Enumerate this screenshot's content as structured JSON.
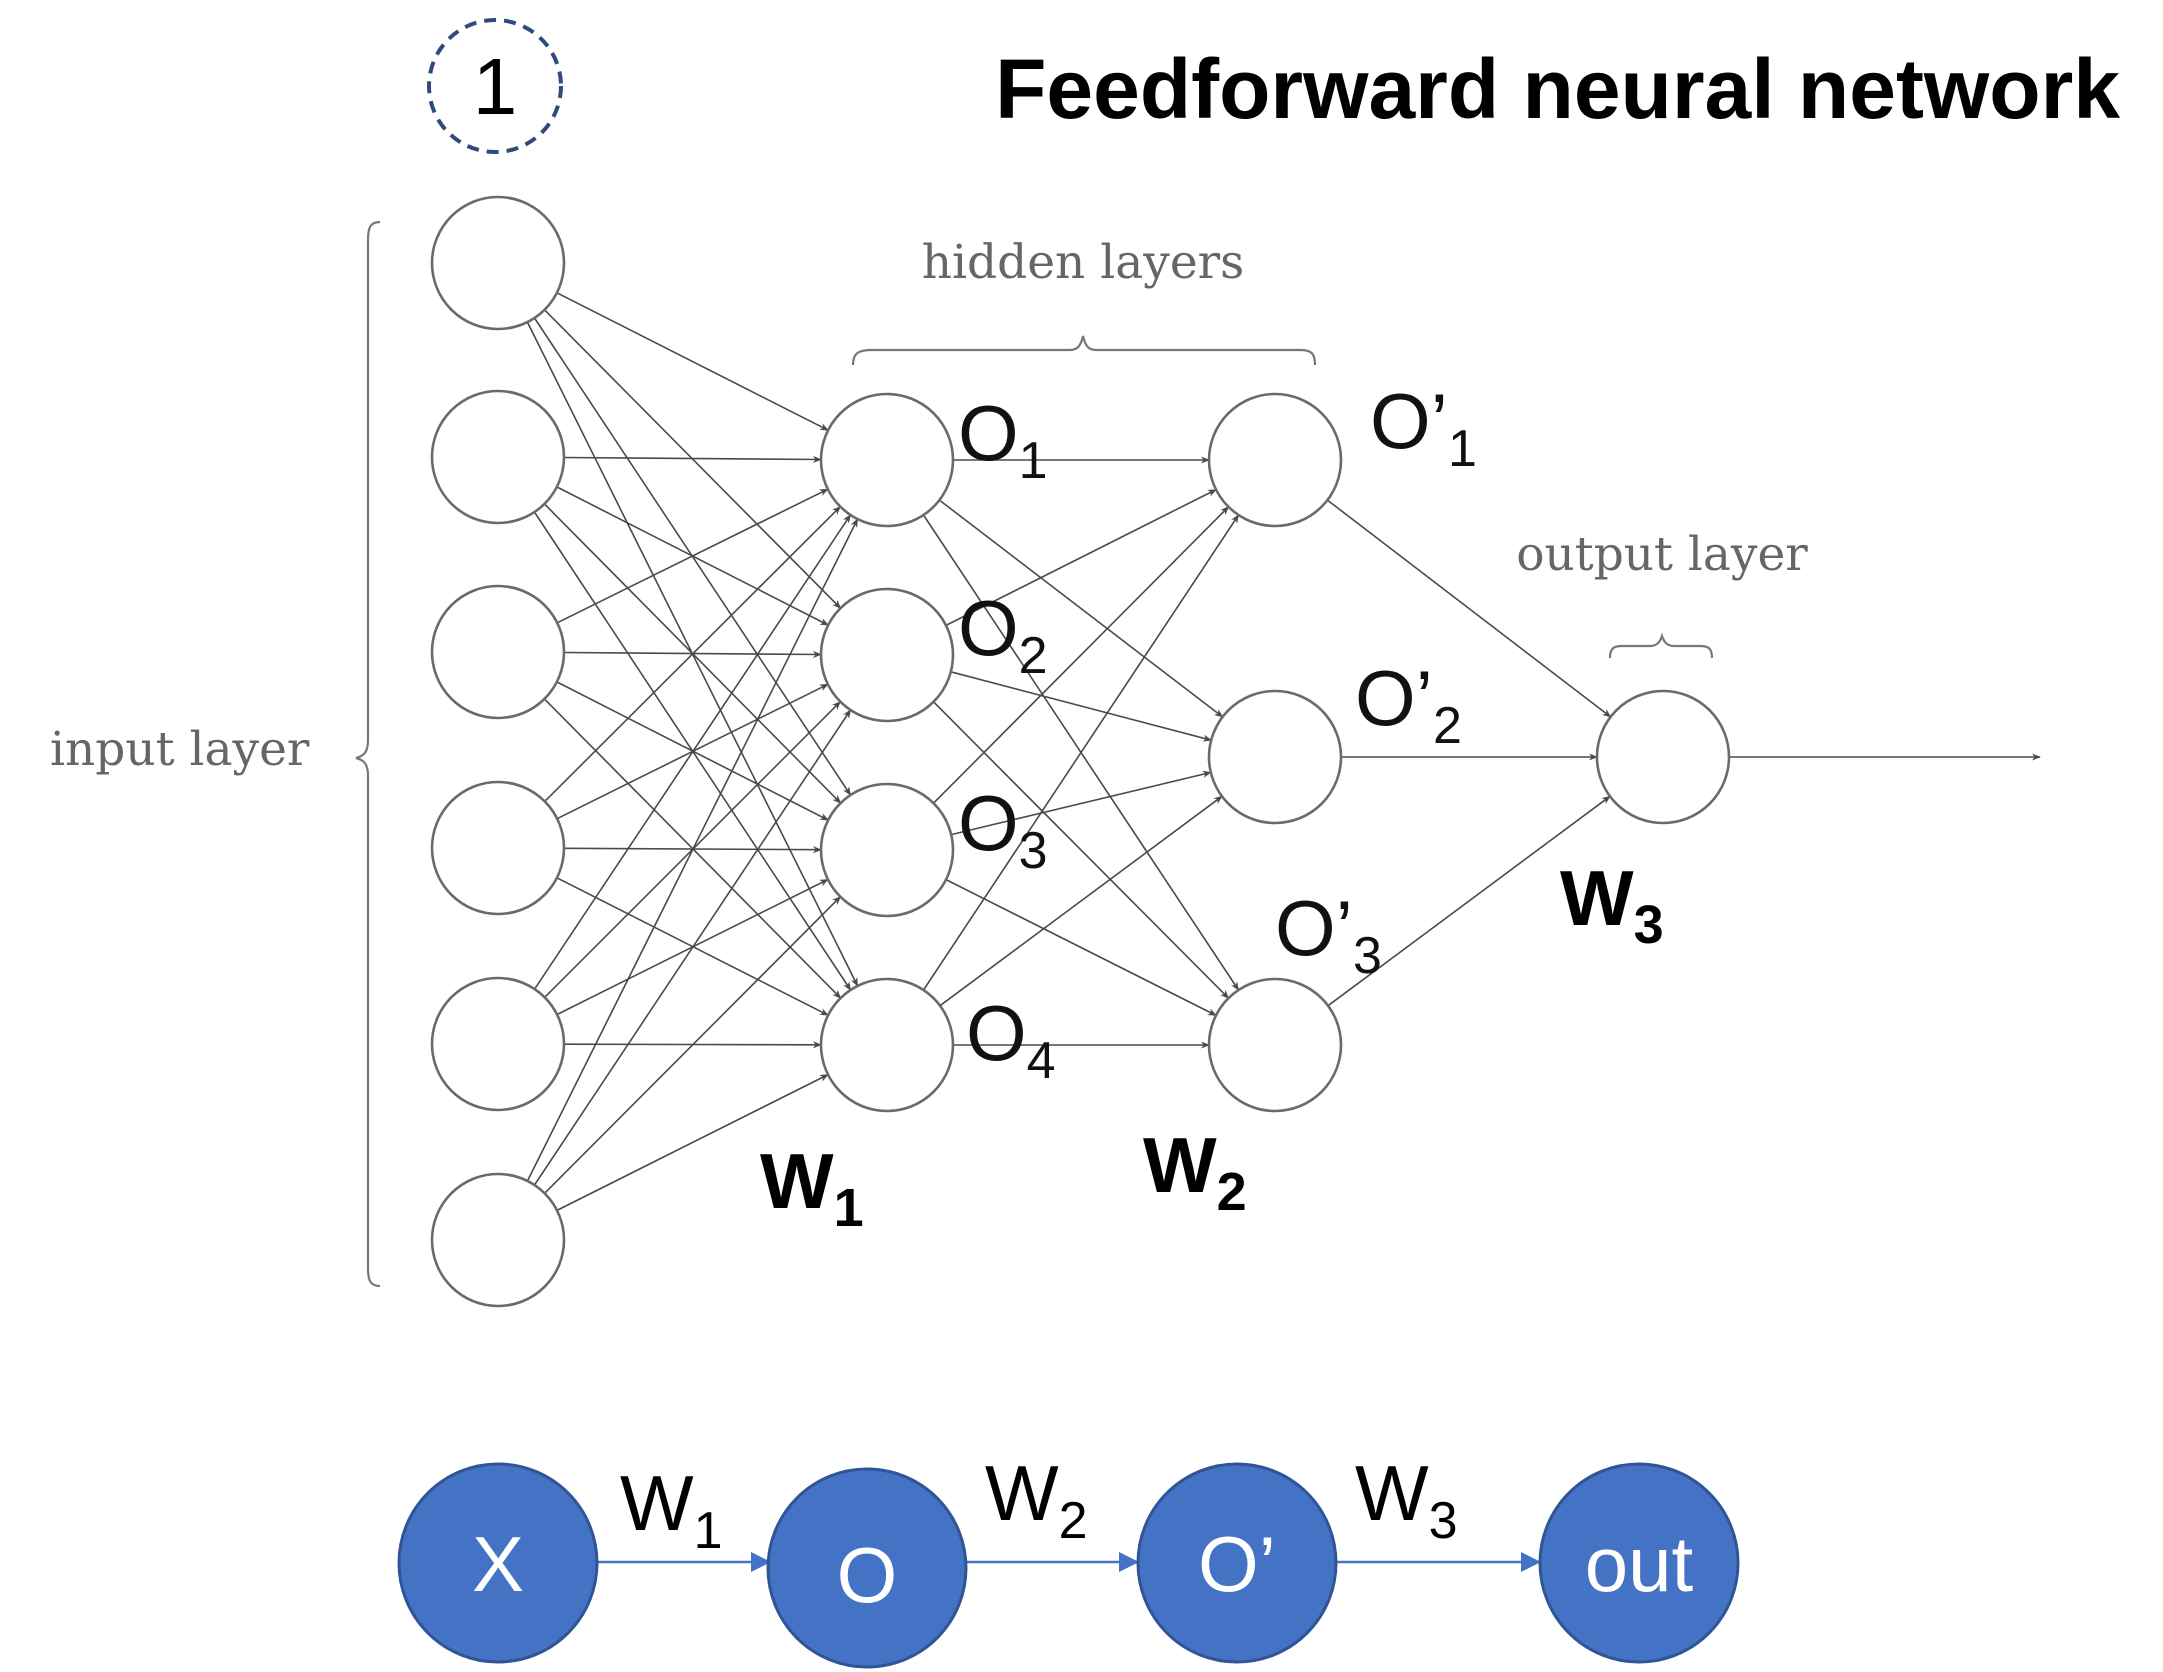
{
  "badge": "1",
  "title": "Feedforward neural network",
  "labels": {
    "hidden_layers": "hidden layers",
    "input_layer": "input layer",
    "output_layer": "output layer"
  },
  "hidden1": [
    {
      "main": "O",
      "sub": "1"
    },
    {
      "main": "O",
      "sub": "2"
    },
    {
      "main": "O",
      "sub": "3"
    },
    {
      "main": "O",
      "sub": "4"
    }
  ],
  "hidden2": [
    {
      "main": "O’",
      "sub": "1"
    },
    {
      "main": "O’",
      "sub": "2"
    },
    {
      "main": "O’",
      "sub": "3"
    }
  ],
  "weights": [
    {
      "main": "W",
      "sub": "1"
    },
    {
      "main": "W",
      "sub": "2"
    },
    {
      "main": "W",
      "sub": "3"
    }
  ],
  "flow": {
    "nodes": [
      "X",
      "O",
      "O’",
      "out"
    ],
    "edges": [
      {
        "main": "W",
        "sub": "1"
      },
      {
        "main": "W",
        "sub": "2"
      },
      {
        "main": "W",
        "sub": "3"
      }
    ]
  },
  "colors": {
    "flow_node": "#4472c4",
    "badge_border": "#2f4a7c"
  }
}
